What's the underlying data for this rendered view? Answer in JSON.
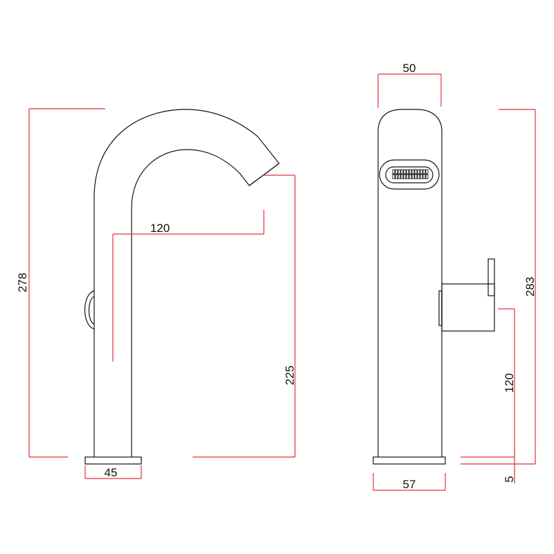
{
  "colors": {
    "outline": "#111111",
    "dimension": "#e0303a",
    "background": "#ffffff"
  },
  "side_view": {
    "dimensions": {
      "total_height": "278",
      "spout_clearance": "225",
      "spout_reach": "120",
      "base_width": "45"
    }
  },
  "front_view": {
    "dimensions": {
      "body_width": "50",
      "total_height": "283",
      "lever_height": "120",
      "base_thickness": "5",
      "base_width": "57"
    }
  }
}
